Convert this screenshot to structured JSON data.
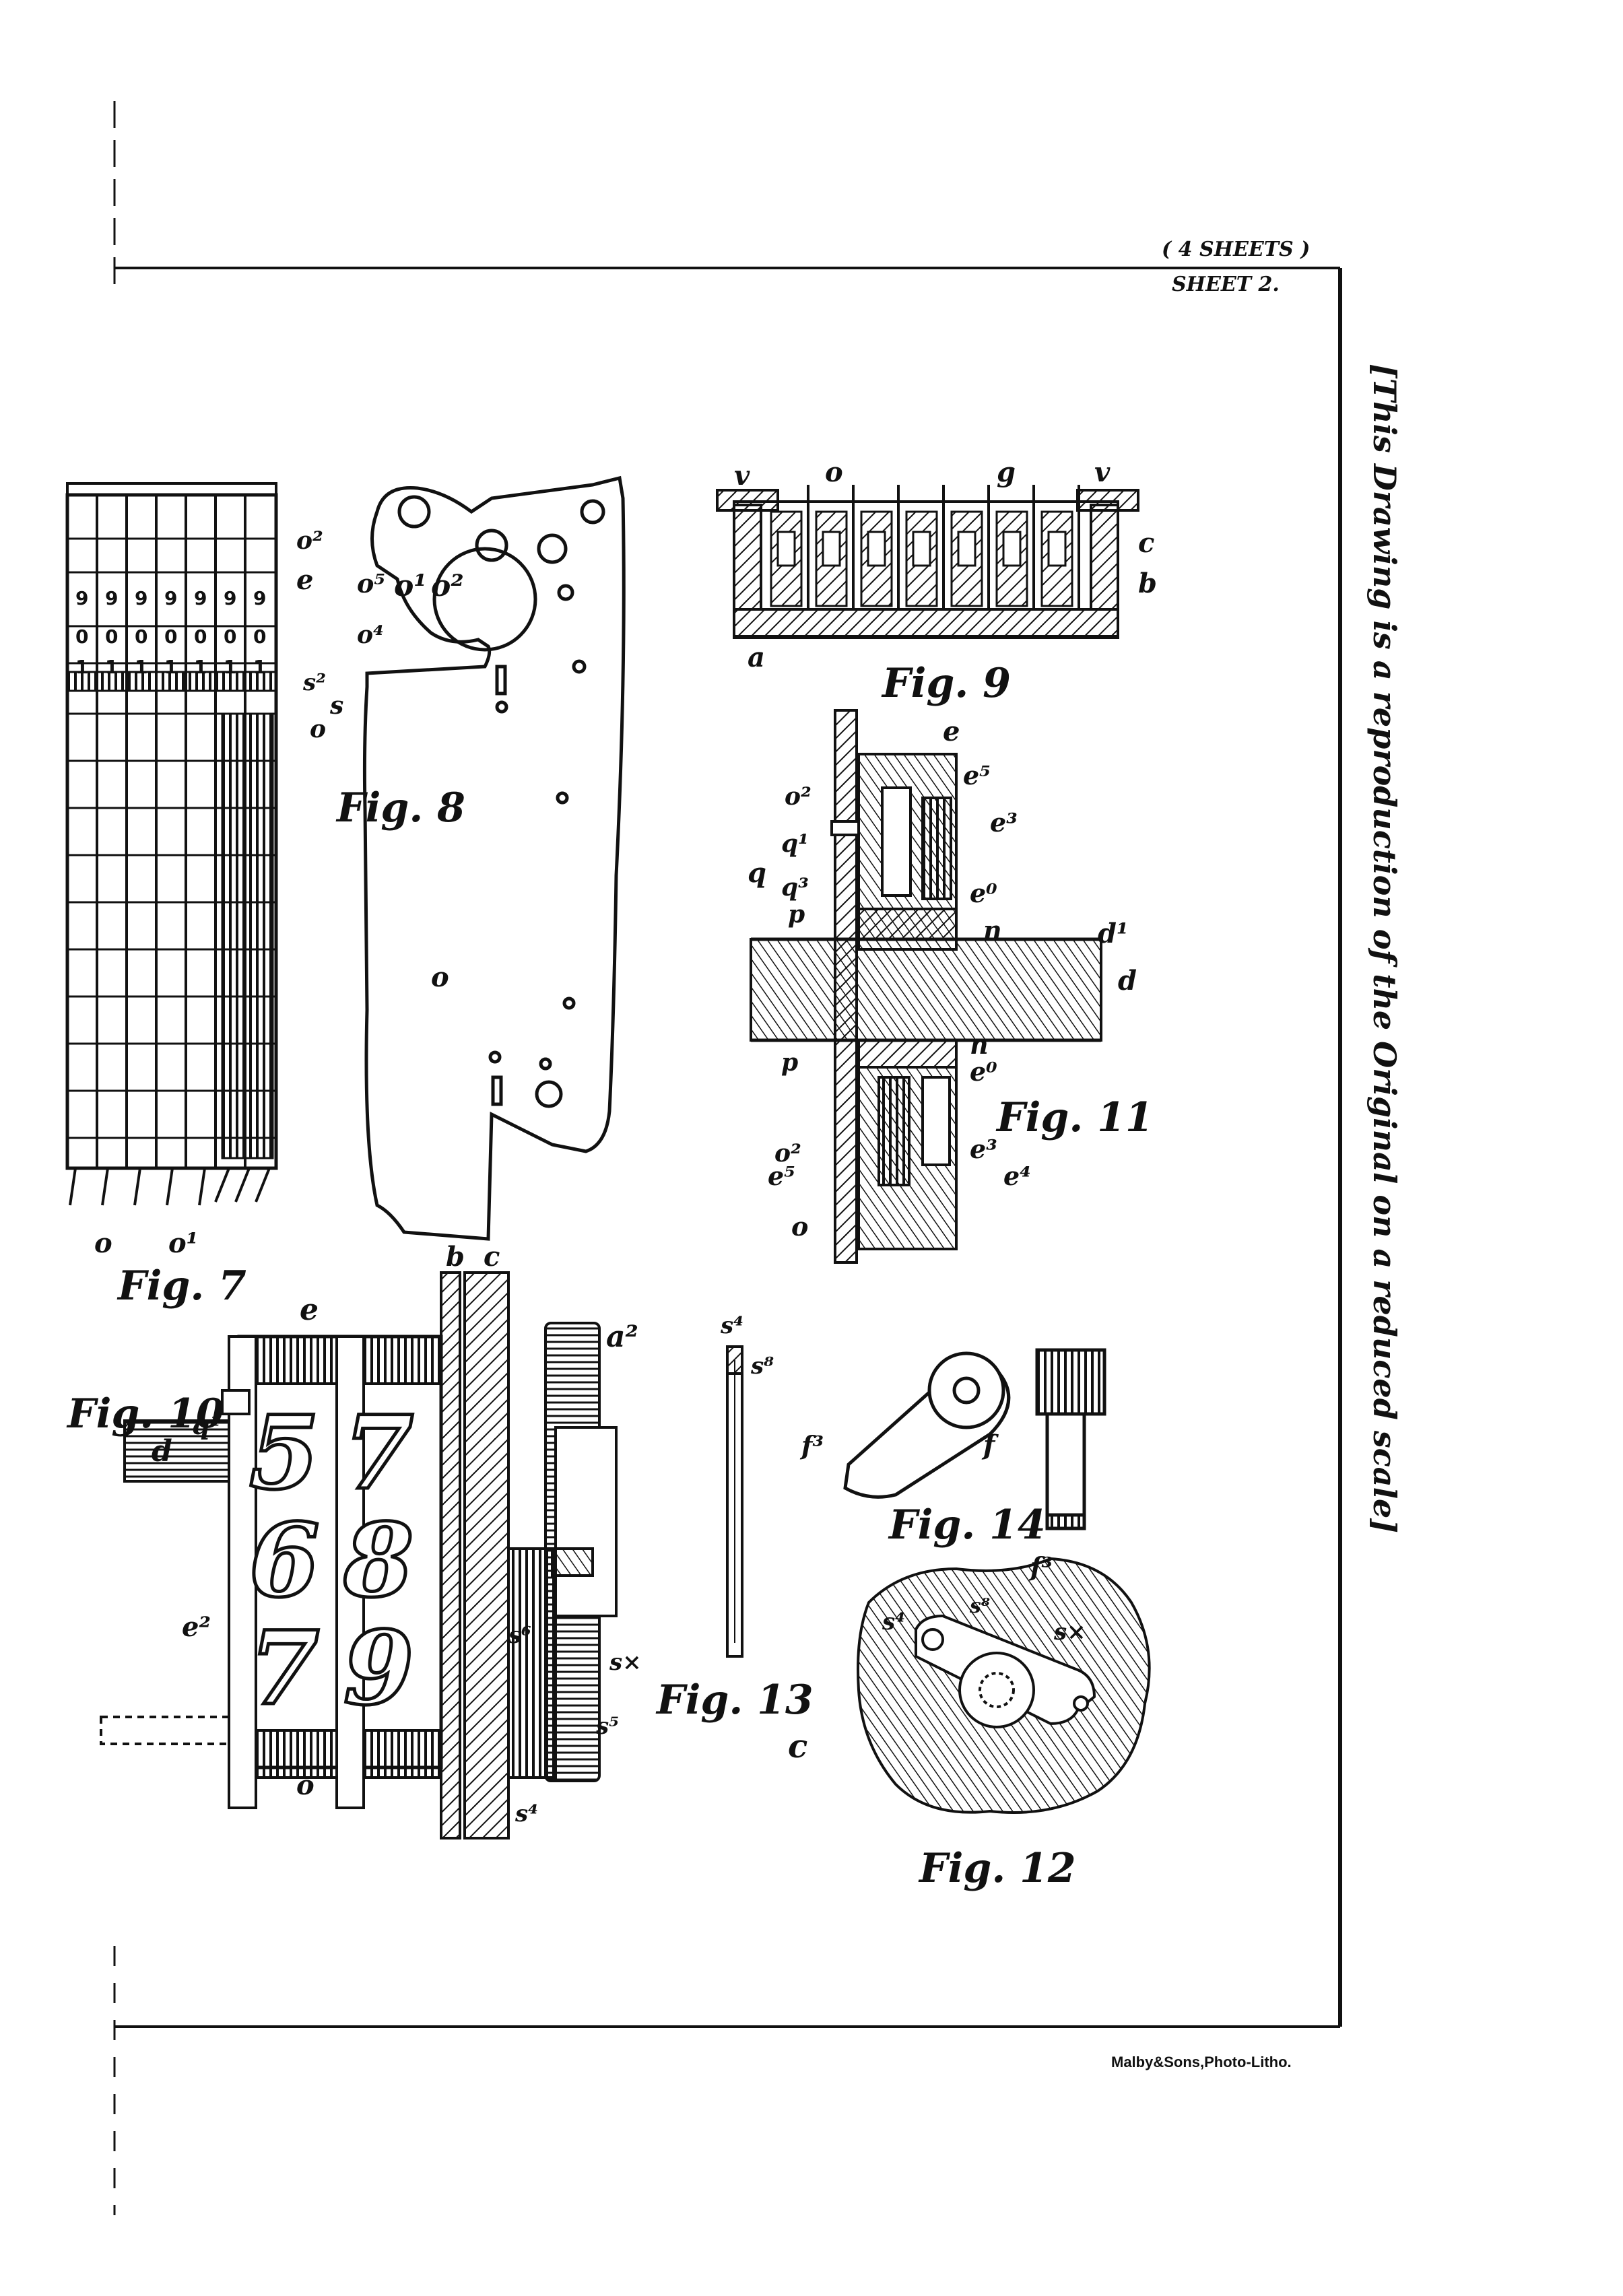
{
  "header": {
    "sheets": "( 4 SHEETS )",
    "sheet": "SHEET 2."
  },
  "side_note": "[This Drawing is a reproduction of the Original on a reduced scale]",
  "imprint": "Malby&Sons,Photo-Litho.",
  "figures": {
    "fig7": {
      "title": "Fig. 7",
      "labels": [
        "o²",
        "e",
        "s²",
        "s",
        "o",
        "o",
        "o¹"
      ],
      "digit_rows": [
        "9",
        "0",
        "1"
      ]
    },
    "fig8": {
      "title": "Fig. 8",
      "labels": [
        "o⁵",
        "o¹",
        "o²",
        "o⁴",
        "o"
      ]
    },
    "fig9": {
      "title": "Fig. 9",
      "labels": [
        "v",
        "o",
        "g",
        "v",
        "c",
        "b",
        "a"
      ]
    },
    "fig10": {
      "title": "Fig. 10",
      "labels": [
        "e",
        "b",
        "c",
        "a²",
        "q¹",
        "d",
        "e²",
        "s⁶",
        "s×",
        "s⁵",
        "s⁴",
        "o"
      ],
      "digits": [
        "5",
        "7",
        "6",
        "8",
        "7",
        "9"
      ]
    },
    "fig11": {
      "title": "Fig. 11",
      "labels": [
        "e",
        "o²",
        "e⁵",
        "e³",
        "q¹",
        "q",
        "q³",
        "p",
        "e⁰",
        "n",
        "d¹",
        "d",
        "p",
        "n",
        "e⁰",
        "o²",
        "e³",
        "e⁵",
        "e⁴",
        "o"
      ]
    },
    "fig12": {
      "title": "Fig. 12",
      "labels": [
        "s⁴",
        "s⁸",
        "s×",
        "c"
      ]
    },
    "fig13": {
      "title": "Fig. 13",
      "labels": [
        "s⁴",
        "s⁸"
      ]
    },
    "fig14": {
      "title": "Fig. 14",
      "labels": [
        "f³",
        "f",
        "f³"
      ]
    }
  }
}
